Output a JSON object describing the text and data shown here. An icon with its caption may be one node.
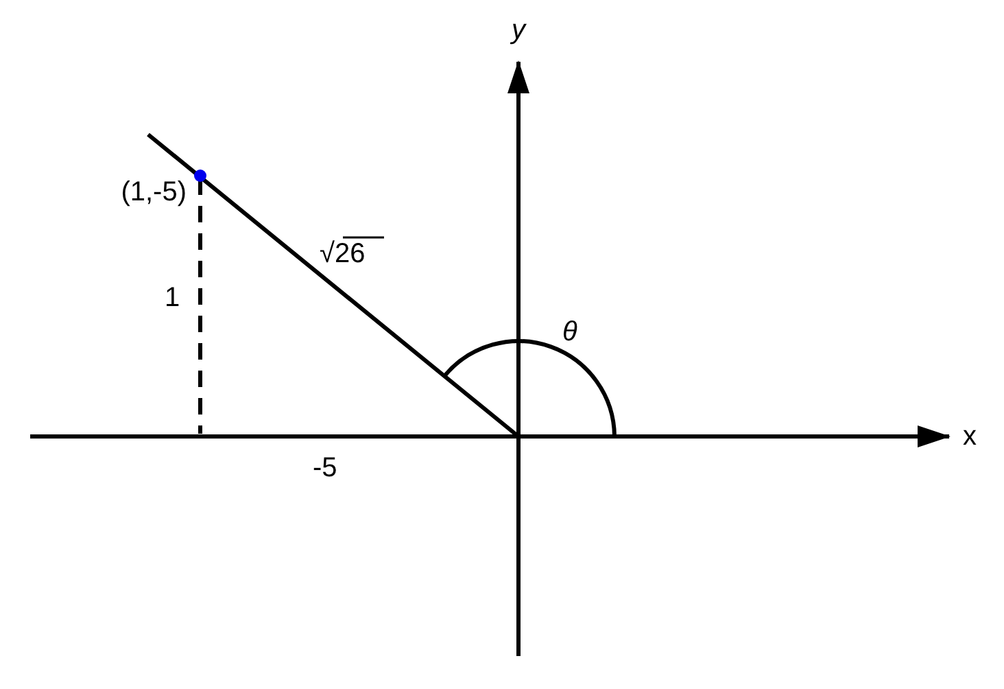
{
  "diagram": {
    "labels": [
      "y",
      "(1,-5)",
      "√26",
      "1",
      "θ",
      "x",
      "-5"
    ]
  }
}
